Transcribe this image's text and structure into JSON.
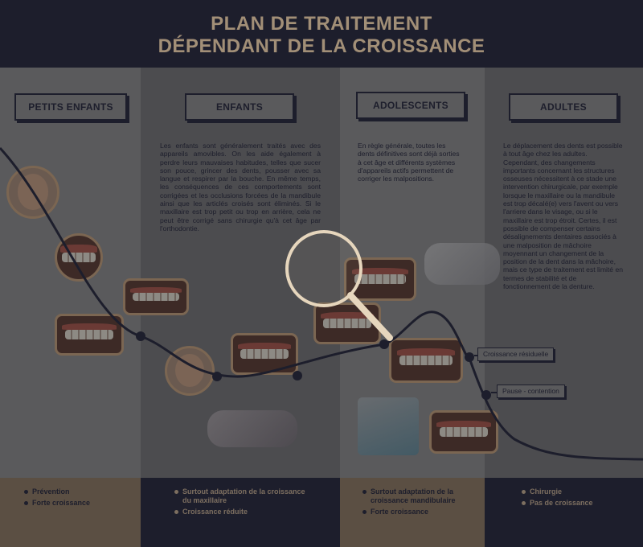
{
  "header": {
    "title_line1": "PLAN DE TRAITEMENT",
    "title_line2": "DÉPENDANT DE LA CROISSANCE"
  },
  "columns": [
    {
      "label": "PETITS ENFANTS",
      "description": "",
      "bullets": [
        "Prévention",
        "Forte croissance"
      ]
    },
    {
      "label": "ENFANTS",
      "description": "Les enfants sont généralement traités avec des appareils amovibles. On les aide également à perdre leurs mauvaises habitudes, telles que sucer son pouce, grincer des dents, pousser avec sa langue et respirer par la bouche. En même temps, les conséquences de ces comportements sont corrigées et les occlusions forcées de la mandibule ainsi que les articlés croisés sont éliminés. Si le maxillaire est trop petit ou trop en arrière, cela ne peut être corrigé sans chirurgie qu'à cet âge par l'orthodontie.",
      "bullets": [
        "Surtout adaptation de la croissance du maxillaire",
        "Croissance réduite"
      ]
    },
    {
      "label": "ADOLESCENTS",
      "description": "En règle générale, toutes les dents définitives sont déjà sorties à cet âge et différents systèmes d'appareils actifs permettent de corriger les malpositions.",
      "bullets": [
        "Surtout adaptation de la croissance mandibulaire",
        "Forte croissance"
      ]
    },
    {
      "label": "ADULTES",
      "description": "Le déplacement des dents est possible à tout âge chez les adultes. Cependant, des changements importants concernant les structures osseuses nécessitent à ce stade une intervention chirurgicale, par exemple lorsque le maxillaire ou la mandibule est trop décalé(e) vers l'avent ou vers l'arriere dans le visage, ou si le maxillaire est trop étroit. Certes, il est possible de compenser certains désalignements dentaires associés à une malposition de mâchoire moyennant un changement de la position de la dent dans la mâchoire, mais ce type de traitement est limité en termes de stabilité et de fonctionnement de la denture.",
      "bullets": [
        "Chirurgie",
        "Pas de croissance"
      ]
    }
  ],
  "curve_labels": {
    "residual": "Croissance résiduelle",
    "pause": "Pause - contention"
  },
  "colors": {
    "navy": "#1d1e2c",
    "gold": "#a28f77",
    "highlight": "#e6d6bd"
  }
}
